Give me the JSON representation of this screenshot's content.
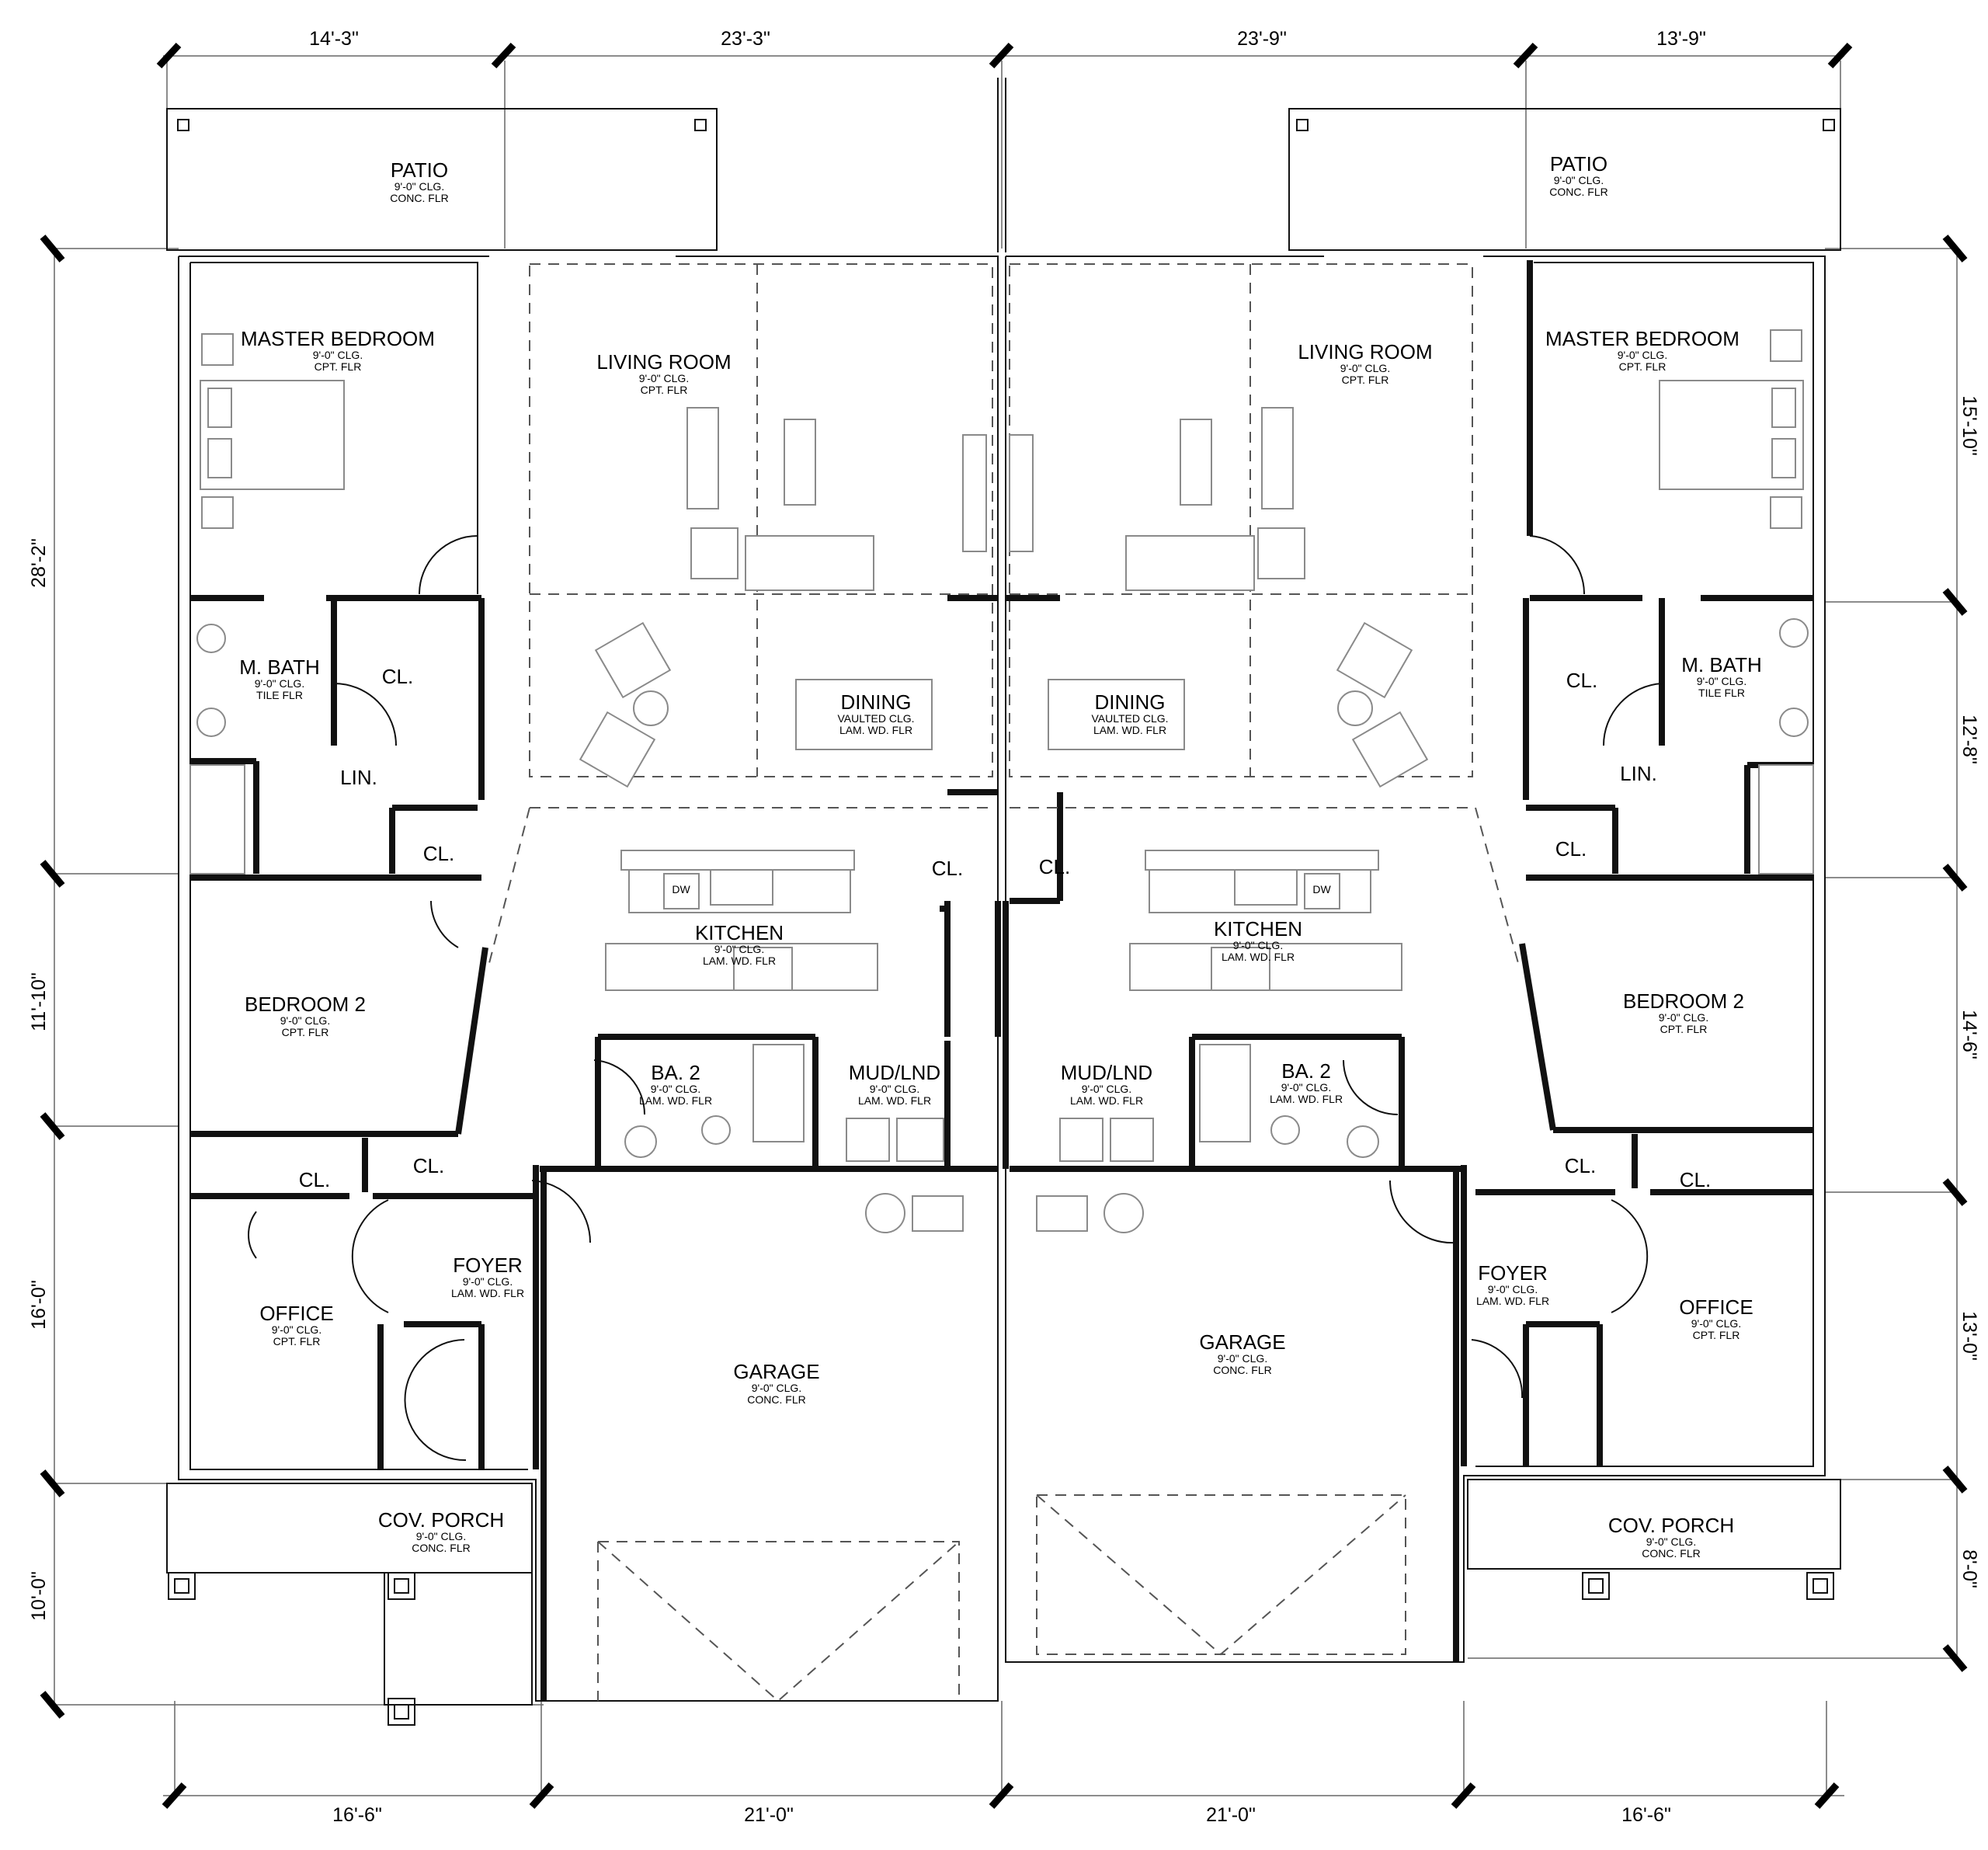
{
  "dimensions": {
    "top": [
      "14'-3\"",
      "23'-3\"",
      "23'-9\"",
      "13'-9\""
    ],
    "bottom": [
      "16'-6\"",
      "21'-0\"",
      "21'-0\"",
      "16'-6\""
    ],
    "left": [
      "28'-2\"",
      "11'-10\"",
      "16'-0\"",
      "10'-0\""
    ],
    "right": [
      "15'-10\"",
      "12'-8\"",
      "14'-6\"",
      "13'-0\"",
      "8'-0\""
    ]
  },
  "rooms": {
    "patio": {
      "name": "PATIO",
      "clg": "9'-0\" CLG.",
      "flr": "CONC. FLR"
    },
    "master_bedroom": {
      "name": "MASTER BEDROOM",
      "clg": "9'-0\" CLG.",
      "flr": "CPT. FLR"
    },
    "living_room": {
      "name": "LIVING ROOM",
      "clg": "9'-0\" CLG.",
      "flr": "CPT. FLR"
    },
    "m_bath": {
      "name": "M. BATH",
      "clg": "9'-0\" CLG.",
      "flr": "TILE FLR"
    },
    "closet": {
      "name": "CL."
    },
    "linen": {
      "name": "LIN."
    },
    "dining": {
      "name": "DINING",
      "clg": "VAULTED CLG.",
      "flr": "LAM. WD. FLR"
    },
    "kitchen": {
      "name": "KITCHEN",
      "clg": "9'-0\" CLG.",
      "flr": "LAM. WD. FLR"
    },
    "bedroom_2": {
      "name": "BEDROOM 2",
      "clg": "9'-0\" CLG.",
      "flr": "CPT. FLR"
    },
    "ba_2": {
      "name": "BA. 2",
      "clg": "9'-0\" CLG.",
      "flr": "LAM. WD. FLR"
    },
    "mud_lnd": {
      "name": "MUD/LND",
      "clg": "9'-0\" CLG.",
      "flr": "LAM. WD. FLR"
    },
    "foyer": {
      "name": "FOYER",
      "clg": "9'-0\" CLG.",
      "flr": "LAM. WD. FLR"
    },
    "office": {
      "name": "OFFICE",
      "clg": "9'-0\" CLG.",
      "flr": "CPT. FLR"
    },
    "garage": {
      "name": "GARAGE",
      "clg": "9'-0\" CLG.",
      "flr": "CONC. FLR"
    },
    "cov_porch": {
      "name": "COV. PORCH",
      "clg": "9'-0\" CLG.",
      "flr": "CONC. FLR"
    }
  },
  "appliance_labels": {
    "dishwasher": "DW"
  },
  "colors": {
    "ink": "#111111",
    "furniture": "#8a8a8a",
    "paper": "#ffffff"
  }
}
